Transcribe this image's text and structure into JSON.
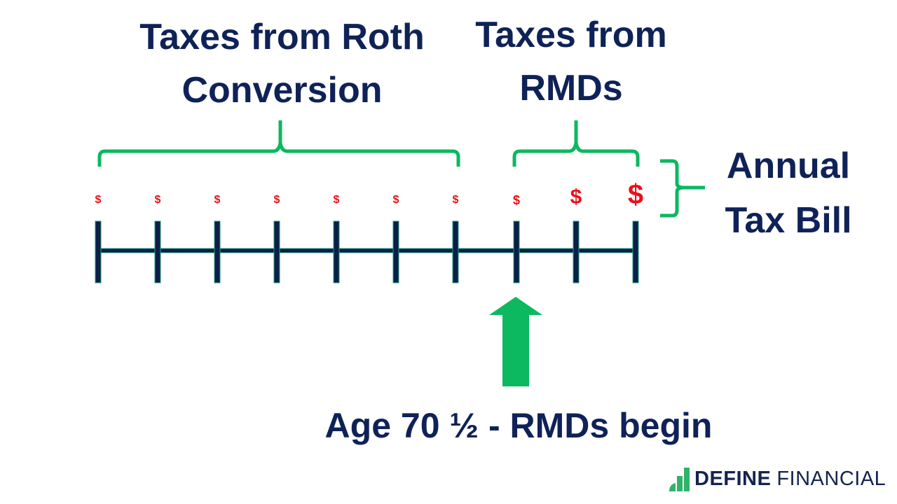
{
  "labels": {
    "roth_title_line1": "Taxes from Roth",
    "roth_title_line2": "Conversion",
    "rmd_title_line1": "Taxes from",
    "rmd_title_line2": "RMDs",
    "annual_line1": "Annual",
    "annual_line2": "Tax Bill",
    "age_caption": "Age 70 ½ - RMDs begin"
  },
  "timeline": {
    "ticks_x": [
      140,
      225,
      310,
      395,
      480,
      565,
      650,
      737,
      822,
      907
    ],
    "dollar_symbol": "$",
    "dollar_sizes": [
      16,
      16,
      16,
      16,
      16,
      16,
      16,
      18,
      30,
      40
    ],
    "rmd_start_index": 7
  },
  "colors": {
    "navy": "#0f2257",
    "green": "#0cb860",
    "red": "#e8111a"
  },
  "logo": {
    "word1": "DEFINE",
    "word2": "FINANCIAL"
  }
}
